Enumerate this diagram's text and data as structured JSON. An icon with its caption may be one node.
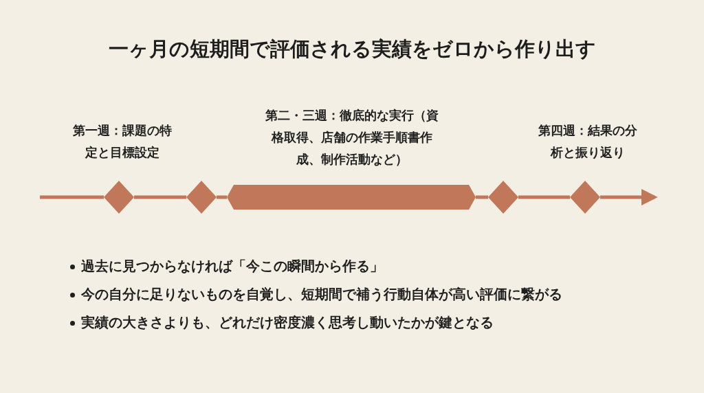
{
  "diagram": {
    "title": "一ヶ月の短期間で評価される実績をゼロから作り出す",
    "nodes": [
      {
        "text": [],
        "shape": "diamond",
        "beside": [
          "第一週：課題の特定と目標設定"
        ]
      },
      {
        "text": [],
        "shape": "diamond"
      },
      {
        "text": [],
        "shape": "bar",
        "beside": [
          "第二・三週：徹底的な実行（資格取得、店舗の作業手順書作成、制作活動など）"
        ]
      },
      {
        "text": [],
        "shape": "diamond"
      },
      {
        "text": [],
        "shape": "diamond",
        "beside": [
          "第四週：結果の分析と振り返り"
        ]
      }
    ],
    "edges": [
      {
        "from": null,
        "to": 0,
        "arrow": "none"
      },
      {
        "from": 0,
        "to": 1,
        "arrow": "none"
      },
      {
        "from": 1,
        "to": 2,
        "arrow": "none"
      },
      {
        "from": 2,
        "to": 3,
        "arrow": "none"
      },
      {
        "from": 3,
        "to": 4,
        "arrow": "none"
      },
      {
        "from": 4,
        "to": null,
        "arrow": "to"
      }
    ],
    "labels": [
      "過去に見つからなければ「今この瞬間から作る」",
      "今の自分に足りないものを自覚し、短期間で補う行動自体が高い評価に繋がる",
      "実績の大きさよりも、どれだけ密度濃く思考し動いたかが鍵となる"
    ]
  }
}
